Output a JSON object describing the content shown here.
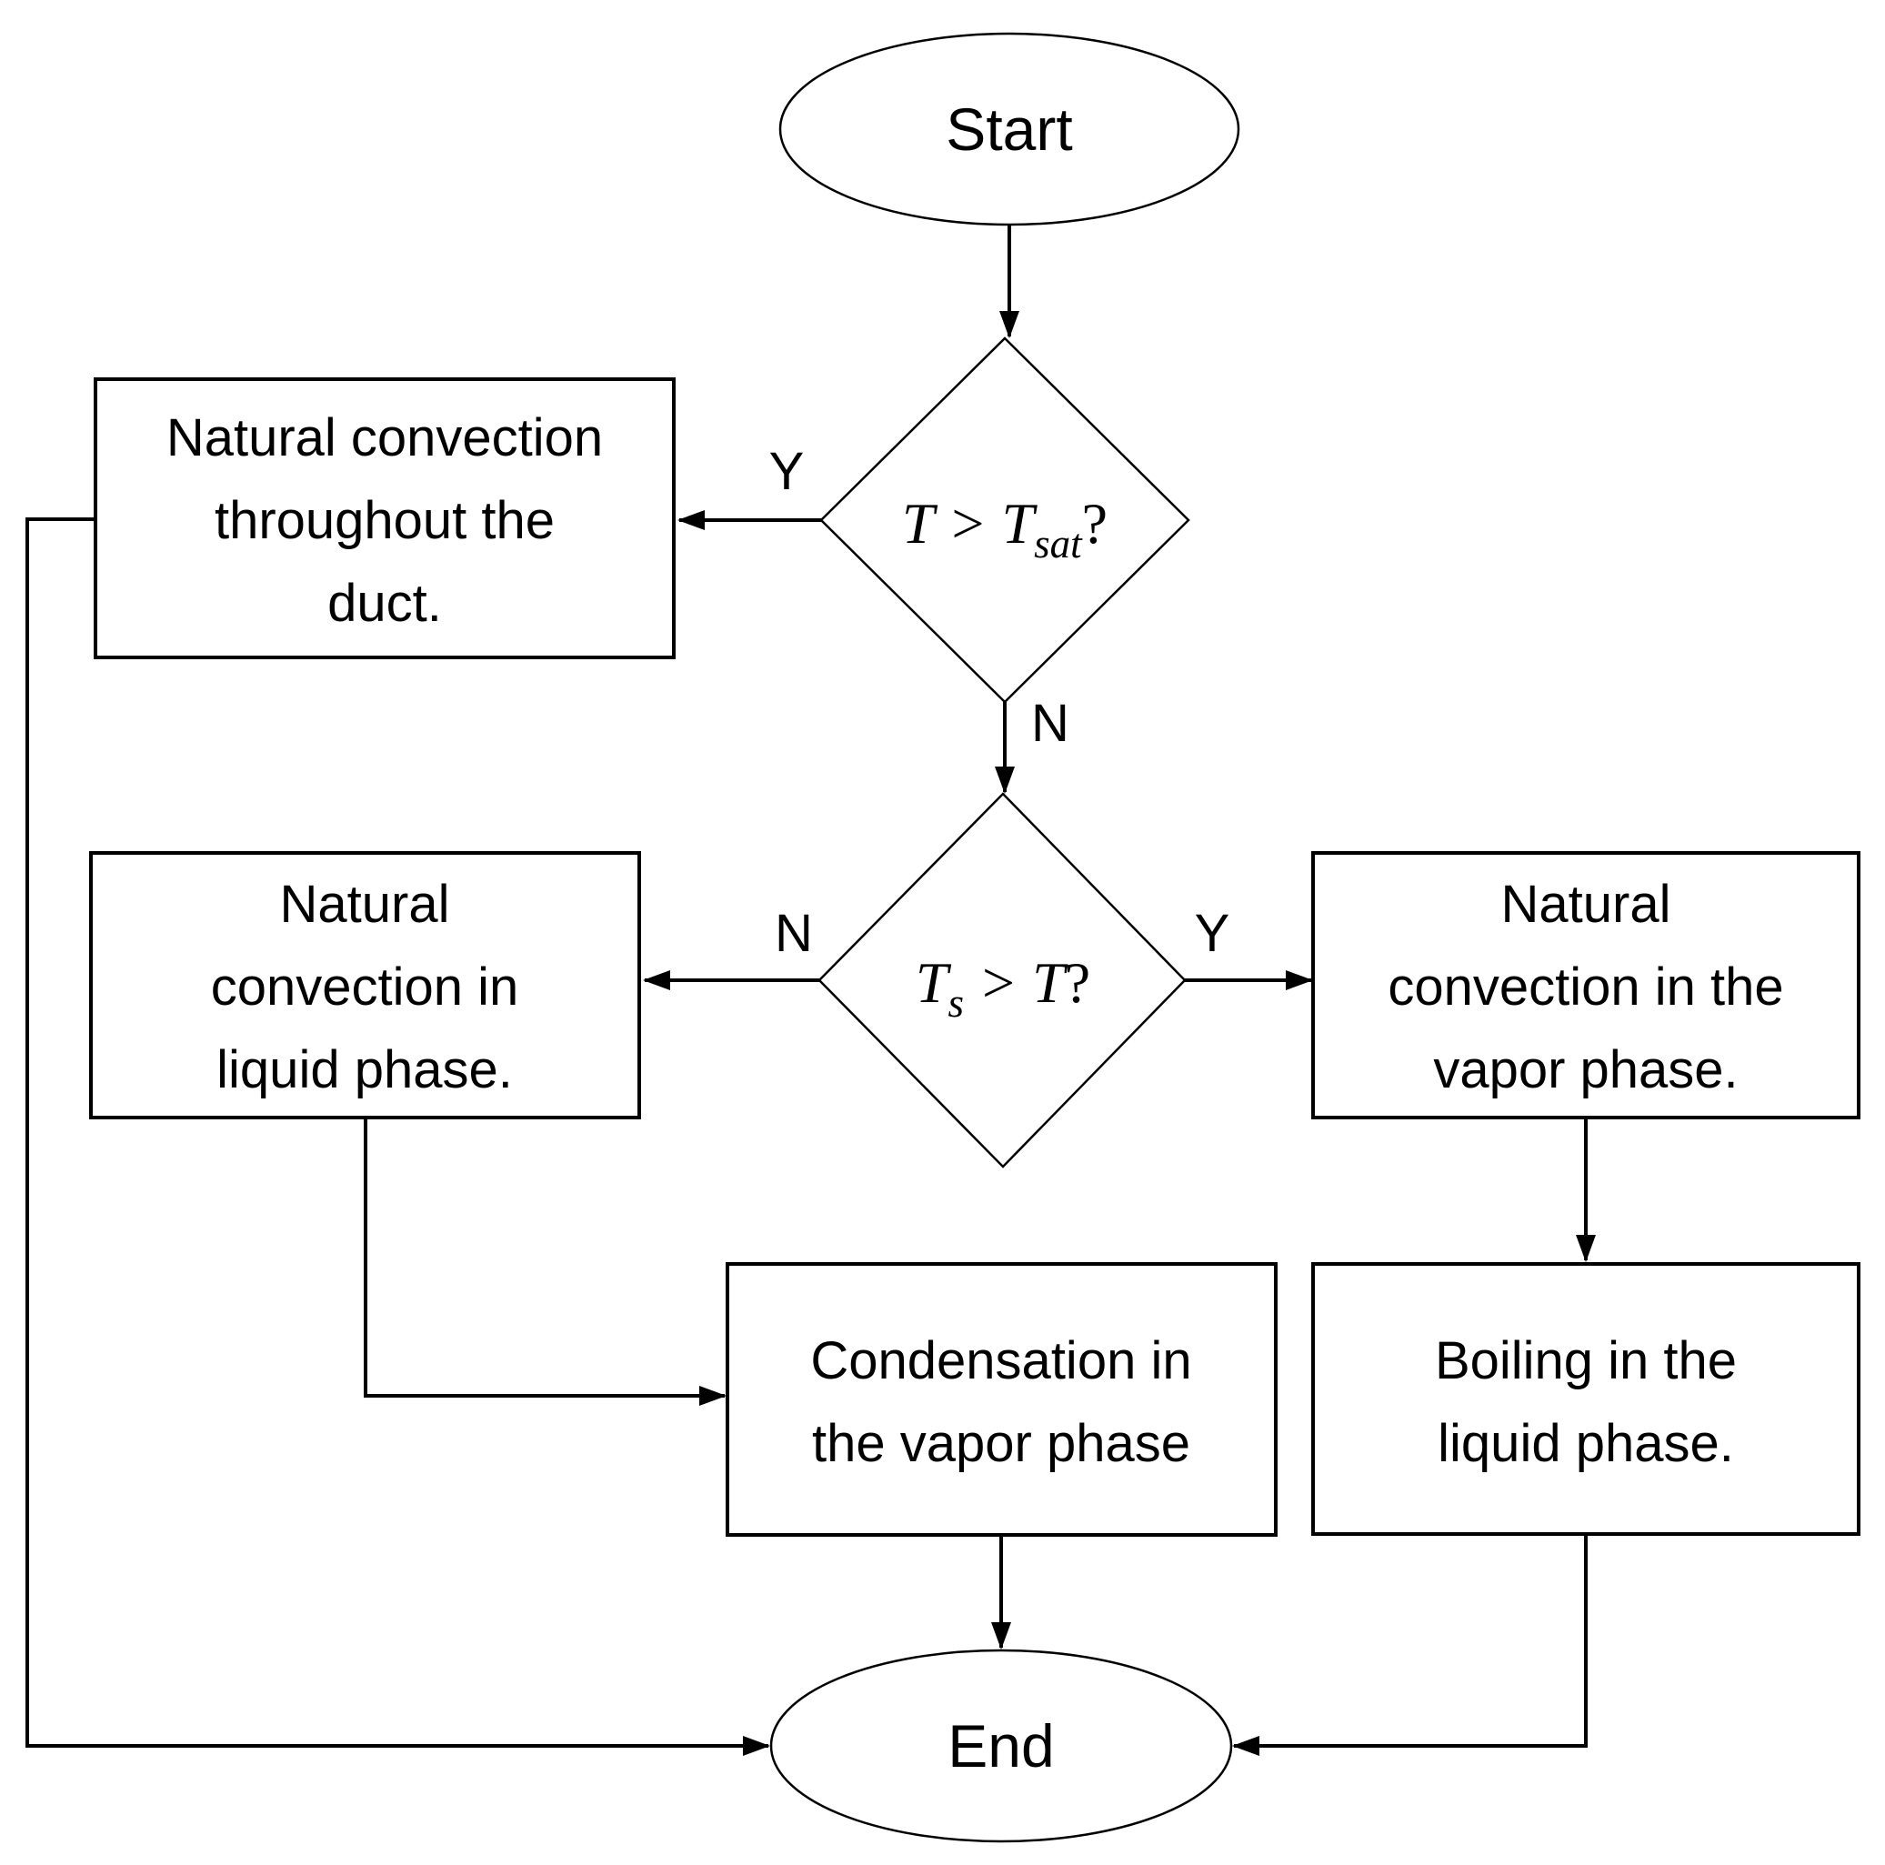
{
  "flowchart": {
    "nodes": {
      "start": {
        "label": "Start"
      },
      "end": {
        "label": "End"
      },
      "decision_t_tsat": {
        "prefix": "T > T",
        "subscript": "sat",
        "suffix": "?"
      },
      "decision_ts_t": {
        "prefix": "T",
        "subscript": "s",
        "mid": " > T",
        "suffix": "?"
      },
      "duct_box": {
        "lines": [
          "Natural convection",
          "throughout the",
          "duct."
        ]
      },
      "liquid_box": {
        "lines": [
          "Natural",
          "convection in",
          "liquid phase."
        ]
      },
      "vapor_box": {
        "lines": [
          "Natural",
          "convection in the",
          "vapor phase."
        ]
      },
      "condensation_box": {
        "lines": [
          "Condensation in",
          "the vapor phase"
        ]
      },
      "boiling_box": {
        "lines": [
          "Boiling in the",
          "liquid phase."
        ]
      }
    },
    "branch_labels": {
      "d1_yes": "Y",
      "d1_no": "N",
      "d2_yes": "Y",
      "d2_no": "N"
    },
    "colors": {
      "stroke": "#000000",
      "text": "#000000",
      "background": "#ffffff"
    }
  }
}
